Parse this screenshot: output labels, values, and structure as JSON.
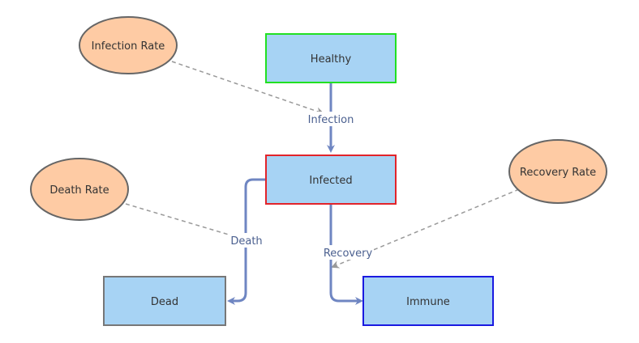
{
  "nodes": {
    "healthy": {
      "label": "Healthy",
      "fill": "#a7d3f4",
      "border": "#22e022"
    },
    "infected": {
      "label": "Infected",
      "fill": "#a7d3f4",
      "border": "#e2242a"
    },
    "dead": {
      "label": "Dead",
      "fill": "#a7d3f4",
      "border": "#777777"
    },
    "immune": {
      "label": "Immune",
      "fill": "#a7d3f4",
      "border": "#1a1ae0"
    }
  },
  "rates": {
    "infection_rate": {
      "label": "Infection Rate",
      "fill": "#fecba4",
      "border": "#666666"
    },
    "death_rate": {
      "label": "Death Rate",
      "fill": "#fecba4",
      "border": "#666666"
    },
    "recovery_rate": {
      "label": "Recovery Rate",
      "fill": "#fecba4",
      "border": "#666666"
    }
  },
  "flows": {
    "infection": {
      "label": "Infection",
      "color": "#6f86c2"
    },
    "death": {
      "label": "Death",
      "color": "#6f86c2"
    },
    "recovery": {
      "label": "Recovery",
      "color": "#6f86c2"
    }
  },
  "influence_color": "#999999"
}
